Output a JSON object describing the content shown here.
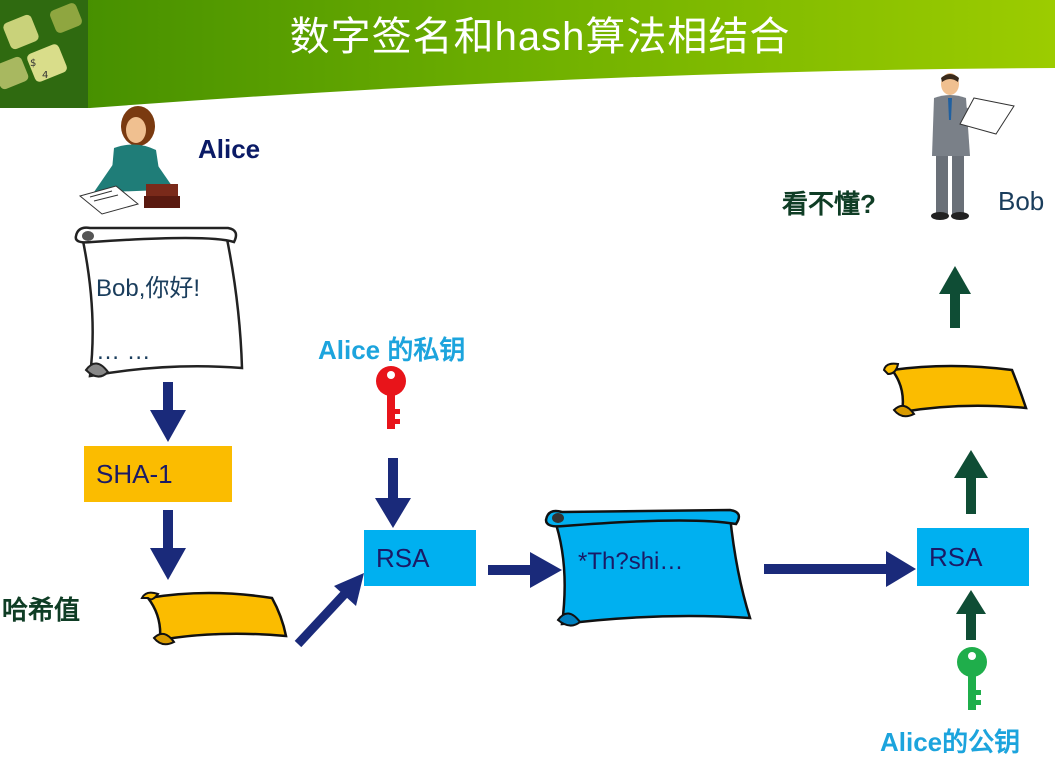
{
  "title": "数字签名和hash算法相结合",
  "people": {
    "alice": "Alice",
    "bob": "Bob",
    "bob_question": "看不懂?"
  },
  "document": {
    "line1": "Bob,你好!",
    "line2": "… …"
  },
  "hash_algorithm": "SHA-1",
  "hash_value_label": "哈希值",
  "private_key_label": "Alice 的私钥",
  "public_key_label": "Alice的公钥",
  "rsa_label": "RSA",
  "rsa_right_label": "RSA",
  "encrypted_text": "*Th?shi…",
  "colors": {
    "header_green": "#7dbb00",
    "arrow_navy": "#1a2a7a",
    "arrow_green": "#0f4d35",
    "hash_yellow": "#fbbc00",
    "rsa_blue": "#00b0f0",
    "private_key_red": "#e8141a",
    "public_key_green": "#1fae4b"
  }
}
